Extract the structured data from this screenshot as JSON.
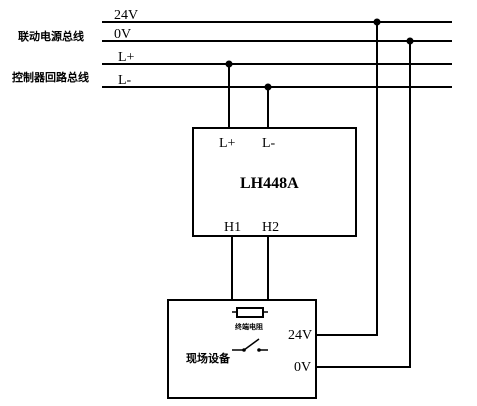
{
  "bus": {
    "power_label": "联动电源总线",
    "control_label": "控制器回路总线",
    "line_24v": "24V",
    "line_0v": "0V",
    "line_lplus": "L+",
    "line_lminus": "L-"
  },
  "module": {
    "name": "LH448A",
    "term_lplus": "L+",
    "term_lminus": "L-",
    "term_h1": "H1",
    "term_h2": "H2"
  },
  "field": {
    "name": "现场设备",
    "resistor_label": "终端电阻",
    "term_24v": "24V",
    "term_0v": "0V"
  }
}
